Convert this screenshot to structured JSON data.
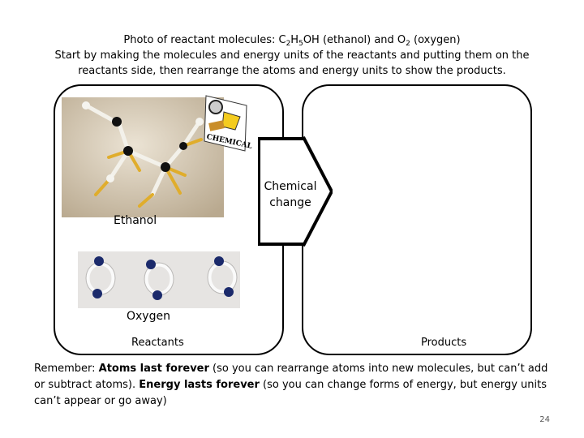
{
  "header": {
    "line1_prefix": "Photo of reactant molecules: C",
    "sub1": "2",
    "mid1": "H",
    "sub2": "5",
    "mid2": "OH (ethanol) and O",
    "sub3": "2",
    "line1_suffix": " (oxygen)",
    "line2": "Start by making the molecules and energy units of the reactants and putting them on the",
    "line3": "reactants side, then rearrange the atoms and energy units to show the products."
  },
  "reactants": {
    "ethanol_label": "Ethanol",
    "oxygen_label": "Oxygen",
    "box_label": "Reactants"
  },
  "products": {
    "box_label": "Products"
  },
  "arrow": {
    "label": "Chemical change"
  },
  "logo": {
    "text": "CHEMICAL"
  },
  "note": {
    "prefix": "Remember: ",
    "bold1": "Atoms last forever",
    "mid": " (so you can rearrange atoms into new molecules, but can’t add or subtract atoms). ",
    "bold2": "Energy lasts forever",
    "suffix": " (so you can change forms of energy, but energy units can’t appear or go away)"
  },
  "page_number": "24",
  "colors": {
    "carbon": "#111111",
    "hydrogen": "#f0efe8",
    "bond": "#e6b53a",
    "oxygen_atom": "#1b2a6b",
    "photo_bg_ethanol": "#d8cdbb",
    "photo_bg_oxygen": "#e8e6e4"
  }
}
